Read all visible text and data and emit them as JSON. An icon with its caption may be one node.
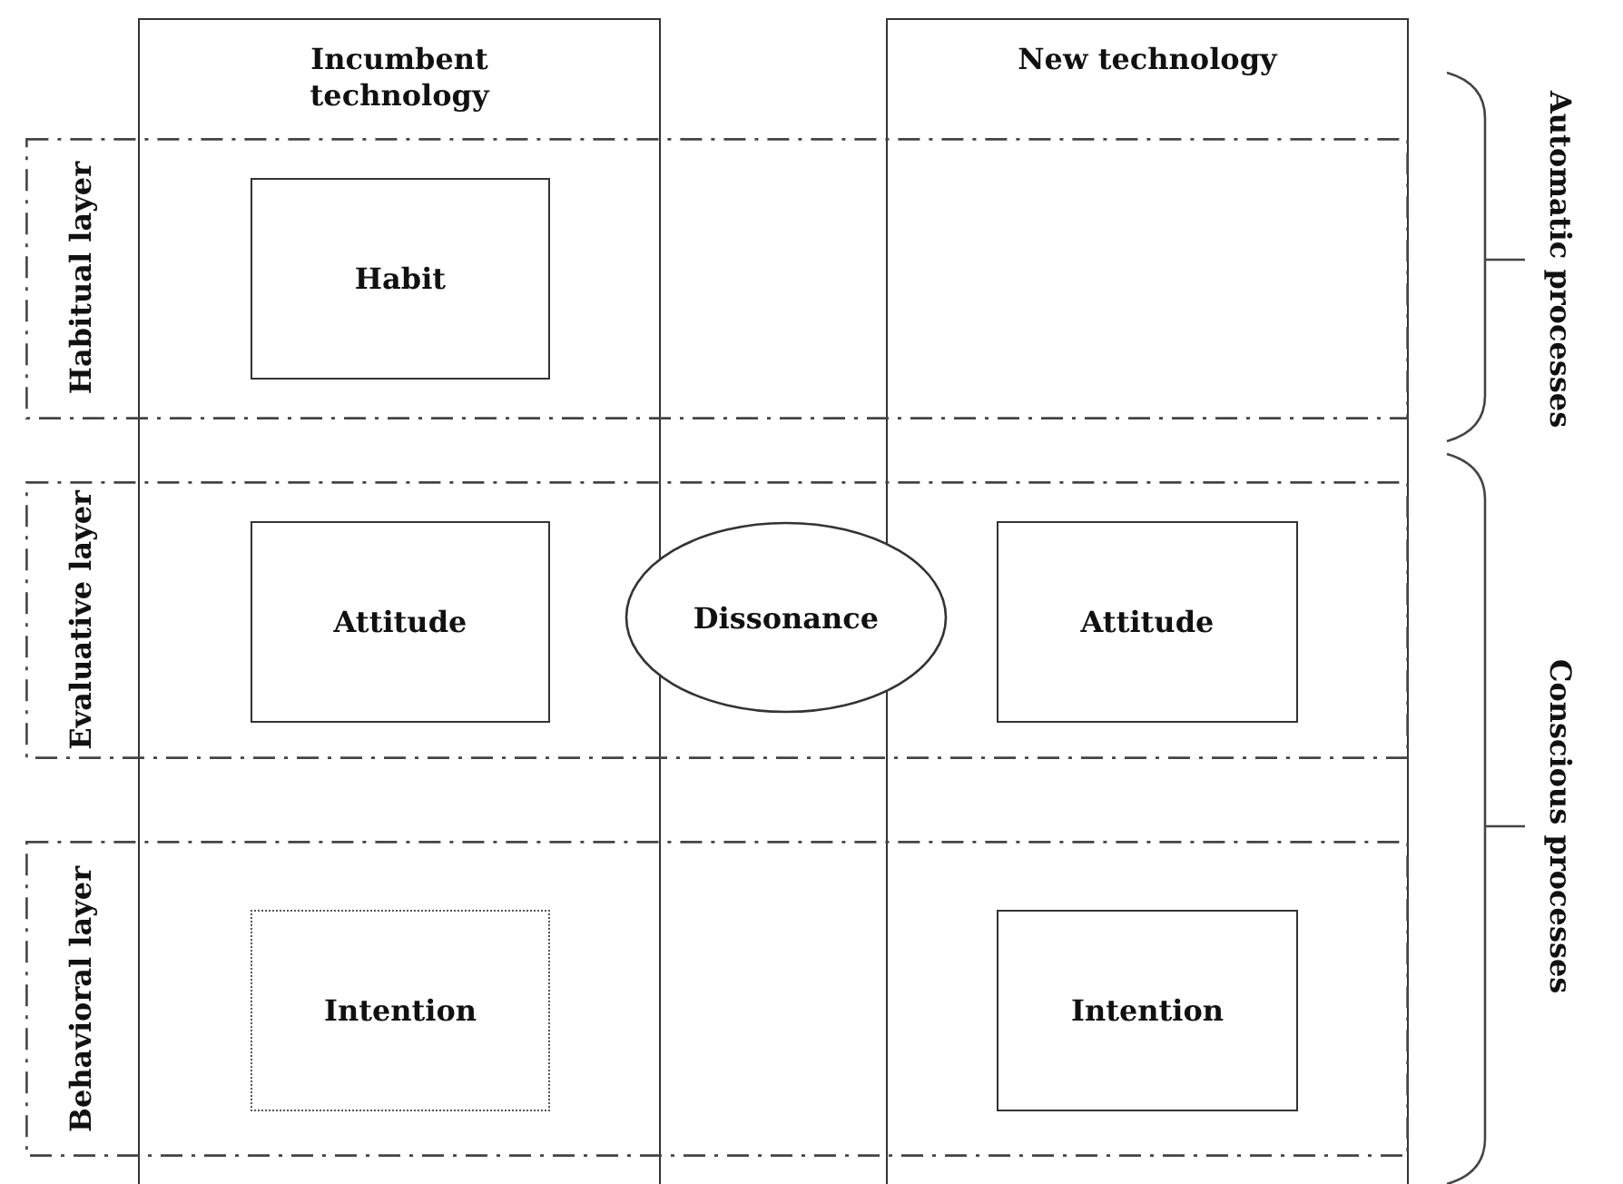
{
  "diagram": {
    "nodes": [
      {
        "text": [
          "Incumbent technology"
        ]
      },
      {
        "text": [
          "New technology"
        ]
      },
      {
        "text": [
          "Habitual layer"
        ]
      },
      {
        "text": [
          "Habit"
        ]
      },
      {
        "text": [
          "Evaluative layer"
        ]
      },
      {
        "text": [
          "Attitude"
        ]
      },
      {
        "text": [
          "Dissonance"
        ],
        "in": 4
      },
      {
        "text": [
          "Attitude"
        ]
      },
      {
        "text": [
          "Behavioral layer"
        ]
      },
      {
        "text": [
          "Intention"
        ]
      },
      {
        "text": [
          "Intention"
        ]
      }
    ],
    "labels": [
      "Automatic processes",
      "Conscious processes"
    ]
  }
}
